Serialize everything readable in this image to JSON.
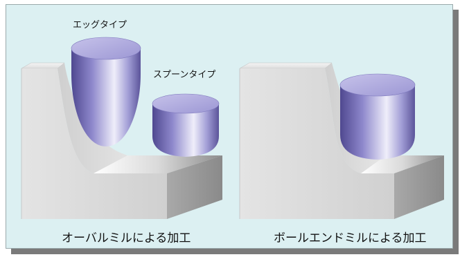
{
  "labels": {
    "egg": "エッグタイプ",
    "spoon": "スプーンタイプ"
  },
  "captions": {
    "left": "オーバルミルによる加工",
    "right": "ボールエンドミルによる加工"
  },
  "colors": {
    "background": "#dcf0f2",
    "tool": "#8a84c8",
    "block": "#d6d6d6",
    "frame_shadow": "#7a7a7a"
  }
}
